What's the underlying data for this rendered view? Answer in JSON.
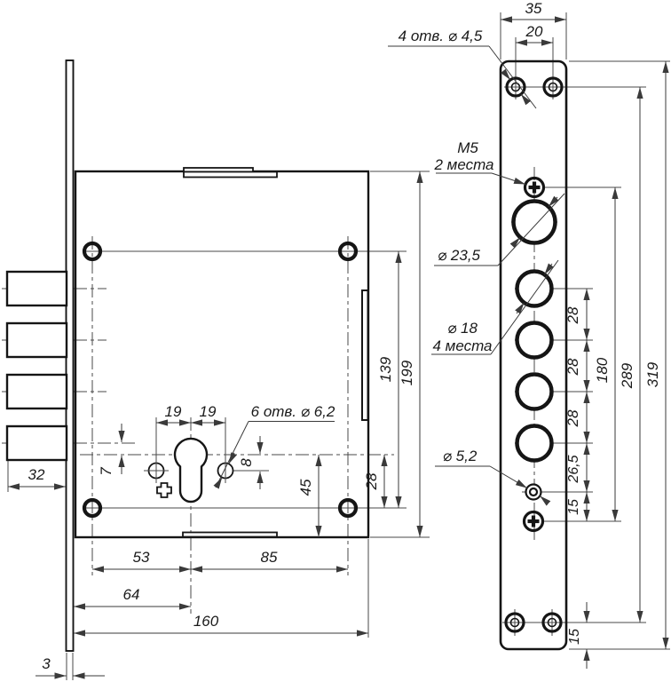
{
  "drawing_title": "Mortise lock technical drawing",
  "left_view": {
    "dim_19_left": "19",
    "dim_19_right": "19",
    "dim_8": "8",
    "dim_7": "7",
    "dim_45": "45",
    "dim_28": "28",
    "dim_139": "139",
    "dim_199": "199",
    "dim_53": "53",
    "dim_85": "85",
    "dim_64": "64",
    "dim_160": "160",
    "dim_32": "32",
    "dim_3": "3",
    "label_holes_6": "6 отв. ⌀ 6,2"
  },
  "right_view": {
    "dim_35": "35",
    "dim_20": "20",
    "dim_28": "28",
    "dim_26_5": "26,5",
    "dim_15_chain": "15",
    "dim_180": "180",
    "dim_289": "289",
    "dim_319": "319",
    "dim_15_bottom": "15",
    "label_holes_4": "4 отв. ⌀ 4,5",
    "label_m5": "М5",
    "label_m5_places": "2 места",
    "label_d23_5": "⌀ 23,5",
    "label_d18": "⌀ 18",
    "label_d18_places": "4 места",
    "label_d5_2": "⌀ 5,2"
  }
}
